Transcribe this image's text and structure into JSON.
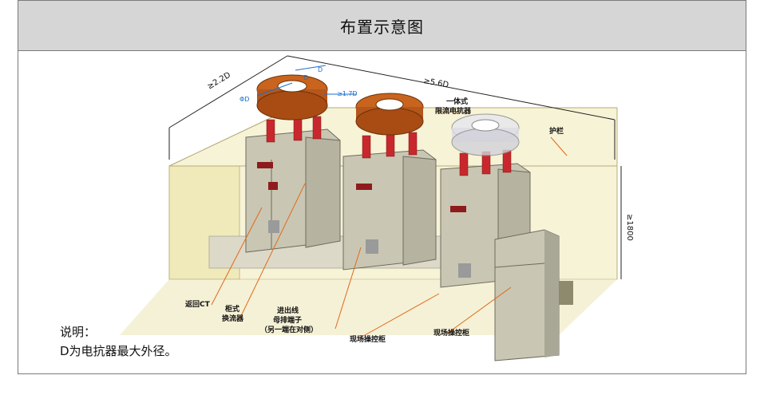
{
  "title": "布置示意图",
  "dimensions": {
    "d1": "≥2.2D",
    "d2": "≥5.6D",
    "d3": "≥1800",
    "phi": "ΦD",
    "d_top1": "D",
    "d_top2": "D",
    "d_gap": "≥1.7D"
  },
  "labels": {
    "integrated_line1": "一体式",
    "integrated_line2": "限流电抗器",
    "guardrail": "护栏",
    "return_ct": "返回CT",
    "cabinet_line1": "柜式",
    "cabinet_line2": "换流器",
    "terminal_line1": "进出线",
    "terminal_line2": "母排端子",
    "terminal_line3": "（另一端在对侧）",
    "control1": "现场操控柜",
    "control2": "现场操控柜"
  },
  "notes": {
    "heading": "说明：",
    "body": "D为电抗器最大外径。"
  },
  "colors": {
    "header_bg": "#d6d6d6",
    "enclosure": "#efe9b8",
    "reactor": "#c8641e",
    "insulator": "#c8282d",
    "cabinet": "#c9c7b3",
    "leader": "#e06a1a",
    "dim_blue": "#1a6fd1"
  }
}
